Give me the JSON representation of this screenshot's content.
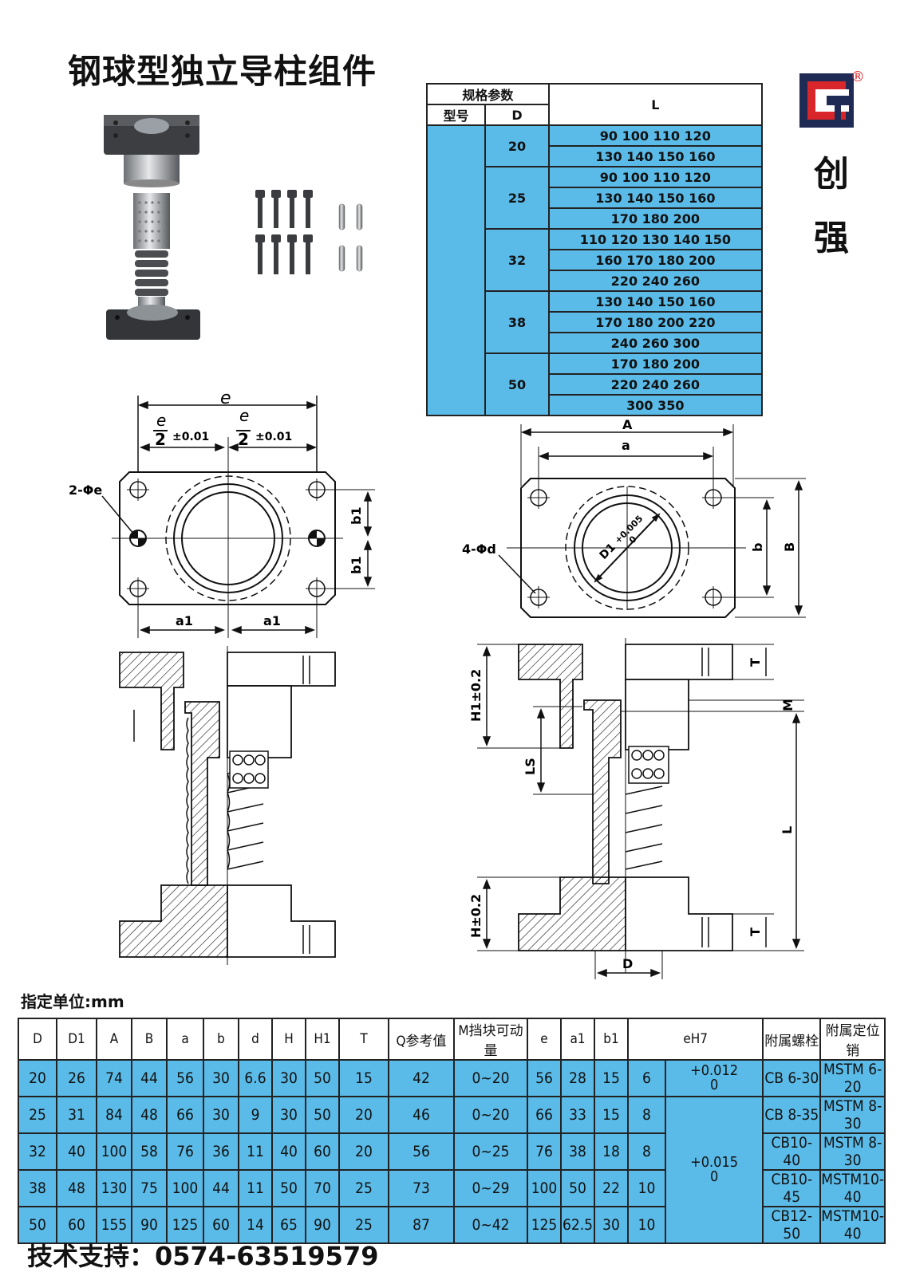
{
  "title": "钢球型独立导柱组件",
  "brand": {
    "line1": "创",
    "line2": "强",
    "registered": "®"
  },
  "spec_table": {
    "header_group": "规格参数",
    "header_model": "型号",
    "header_d": "D",
    "header_l": "L",
    "groups": [
      {
        "d": "20",
        "rows": [
          "90 100 110 120",
          "130 140 150 160"
        ]
      },
      {
        "d": "25",
        "rows": [
          "90 100 110 120",
          "130 140 150 160",
          "170 180 200"
        ]
      },
      {
        "d": "32",
        "rows": [
          "110 120 130 140 150",
          "160 170 180 200",
          "220 240 260"
        ]
      },
      {
        "d": "38",
        "rows": [
          "130 140 150 160",
          "170 180 200 220",
          "240 260 300"
        ]
      },
      {
        "d": "50",
        "rows": [
          "170 180 200",
          "220 240 260",
          "300 350"
        ]
      }
    ]
  },
  "drawing_labels": {
    "e": "e",
    "half_tol": "±0.01",
    "two": "2",
    "pin": "2-Φe",
    "b1": "b1",
    "a1": "a1",
    "A": "A",
    "a": "a",
    "b": "b",
    "B": "B",
    "bolt": "4-Φd",
    "d1": "D1",
    "d1_tol": "+0.005",
    "d1_tol0": "0",
    "H1": "H1±0.2",
    "H": "H±0.2",
    "LS": "LS",
    "L": "L",
    "T": "T",
    "M": "M",
    "D": "D"
  },
  "unit_label": "指定单位:mm",
  "main_table": {
    "headers": [
      "D",
      "D1",
      "A",
      "B",
      "a",
      "b",
      "d",
      "H",
      "H1",
      "T",
      "Q参考值",
      "M挡块可动量",
      "e",
      "a1",
      "b1",
      "eH7",
      "附属螺栓",
      "附属定位销"
    ],
    "tol_1": {
      "plus": "+0.012",
      "zero": "0"
    },
    "tol_2": {
      "plus": "+0.015",
      "zero": "0"
    },
    "rows": [
      {
        "D": "20",
        "D1": "26",
        "A": "74",
        "B": "44",
        "a": "56",
        "b": "30",
        "d": "6.6",
        "H": "30",
        "H1": "50",
        "T": "15",
        "Q": "42",
        "M": "0~20",
        "e": "56",
        "a1": "28",
        "b1": "15",
        "eH7": "6",
        "bolt": "CB 6-30",
        "pin": "MSTM 6-20"
      },
      {
        "D": "25",
        "D1": "31",
        "A": "84",
        "B": "48",
        "a": "66",
        "b": "30",
        "d": "9",
        "H": "30",
        "H1": "50",
        "T": "20",
        "Q": "46",
        "M": "0~20",
        "e": "66",
        "a1": "33",
        "b1": "15",
        "eH7": "8",
        "bolt": "CB 8-35",
        "pin": "MSTM 8-30"
      },
      {
        "D": "32",
        "D1": "40",
        "A": "100",
        "B": "58",
        "a": "76",
        "b": "36",
        "d": "11",
        "H": "40",
        "H1": "60",
        "T": "20",
        "Q": "56",
        "M": "0~25",
        "e": "76",
        "a1": "38",
        "b1": "18",
        "eH7": "8",
        "bolt": "CB10-40",
        "pin": "MSTM 8-30"
      },
      {
        "D": "38",
        "D1": "48",
        "A": "130",
        "B": "75",
        "a": "100",
        "b": "44",
        "d": "11",
        "H": "50",
        "H1": "70",
        "T": "25",
        "Q": "73",
        "M": "0~29",
        "e": "100",
        "a1": "50",
        "b1": "22",
        "eH7": "10",
        "bolt": "CB10-45",
        "pin": "MSTM10-40"
      },
      {
        "D": "50",
        "D1": "60",
        "A": "155",
        "B": "90",
        "a": "125",
        "b": "60",
        "d": "14",
        "H": "65",
        "H1": "90",
        "T": "25",
        "Q": "87",
        "M": "0~42",
        "e": "125",
        "a1": "62.5",
        "b1": "30",
        "eH7": "10",
        "bolt": "CB12-50",
        "pin": "MSTM10-40"
      }
    ]
  },
  "contact": "技术支持：0574-63519579"
}
